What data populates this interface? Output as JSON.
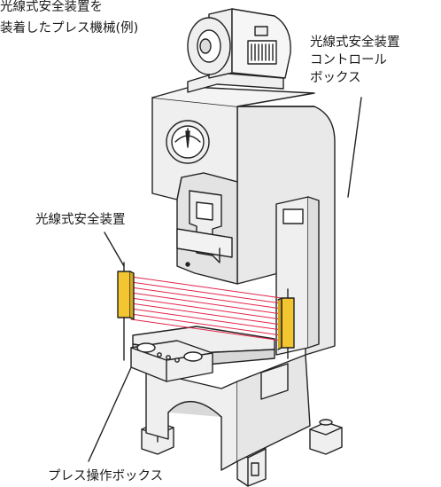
{
  "caption": {
    "line1": "光線式安全装置を",
    "line2": "装着したプレス機械(例)"
  },
  "callouts": {
    "control_box": {
      "line1": "光線式安全装置",
      "line2": "コントロール",
      "line3": "ボックス"
    },
    "light_curtain": "光線式安全装置",
    "press_panel": "プレス操作ボックス"
  },
  "colors": {
    "machine_fill": "#efefef",
    "outline": "#222222",
    "sensor": "#f2c531",
    "beam": "#e2254c",
    "shade": "#d9d9d9"
  }
}
